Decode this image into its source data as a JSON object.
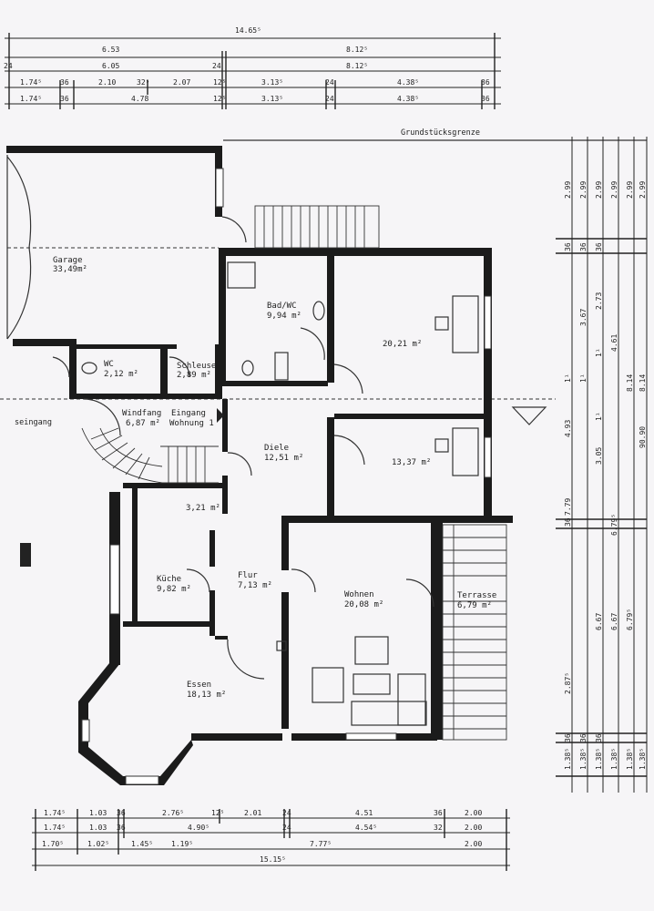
{
  "plot_label": "Grundstücksgrenze",
  "top_dims": {
    "total": "14.65⁵",
    "row1": [
      "6.53",
      "8.12⁵"
    ],
    "row2": [
      "24",
      "6.05",
      "24",
      "8.12⁵"
    ],
    "row3": [
      "1.74⁵",
      "36",
      "2.10",
      "32⁵",
      "2.07",
      "12⁵",
      "3.13⁵",
      "24",
      "4.38⁵",
      "36"
    ],
    "row4": [
      "1.74⁵",
      "36",
      "4.78",
      "12⁵",
      "3.13⁵",
      "24",
      "4.38⁵",
      "36"
    ]
  },
  "bottom_dims": {
    "row1": [
      "1.74⁵",
      "1.03",
      "36",
      "2.76⁵",
      "12⁵",
      "2.01",
      "24",
      "4.51",
      "36",
      "2.00"
    ],
    "row2": [
      "1.74⁵",
      "1.03",
      "36",
      "4.90⁵",
      "24",
      "4.54⁵",
      "32",
      "2.00"
    ],
    "row3": [
      "1.70⁵",
      "1.02⁵",
      "1.45⁵",
      "1.19⁵",
      "7.77⁵",
      "2.00"
    ],
    "total": "15.15⁵"
  },
  "right_dims": {
    "col1": [
      "2.99",
      "36",
      "1¹",
      "4.93",
      "36",
      "7.79",
      "2.87⁵",
      "36",
      "1.38⁵"
    ],
    "col2": [
      "2.99",
      "36",
      "3.67",
      "1¹",
      "36",
      "1.38⁵"
    ],
    "col3": [
      "2.99",
      "36",
      "2.73",
      "1¹",
      "3.05",
      "1¹",
      "6.67",
      "36",
      "1.38⁵"
    ],
    "col4": [
      "2.99",
      "4.61",
      "6.67",
      "6.79⁵",
      "1.38⁵"
    ],
    "col5": [
      "2.99",
      "8.14",
      "6.79⁵",
      "1.38⁵"
    ],
    "col6": [
      "2.99",
      "8.14",
      "90.90",
      "1.38⁵"
    ]
  },
  "rooms": [
    {
      "name": "Garage",
      "area": "33,49m²"
    },
    {
      "name": "Bad/WC",
      "area": "9,94 m²"
    },
    {
      "name": "WC",
      "area": "2,12 m²"
    },
    {
      "name": "Schleuse",
      "area": "2,89 m²"
    },
    {
      "name": "Windfang",
      "area": "6,87 m²"
    },
    {
      "name": "Eingang",
      "sub": "Wohnung 1"
    },
    {
      "name": "Diele",
      "area": "12,51 m²"
    },
    {
      "name": "",
      "area": "20,21 m²"
    },
    {
      "name": "",
      "area": "13,37 m²"
    },
    {
      "name": "",
      "area": "3,21 m²"
    },
    {
      "name": "Küche",
      "area": "9,82 m²"
    },
    {
      "name": "Flur",
      "area": "7,13 m²"
    },
    {
      "name": "Wohnen",
      "area": "20,08 m²"
    },
    {
      "name": "Terrasse",
      "area": "6,79 m²"
    },
    {
      "name": "Essen",
      "area": "18,13 m²"
    }
  ],
  "side_label": "seingang"
}
